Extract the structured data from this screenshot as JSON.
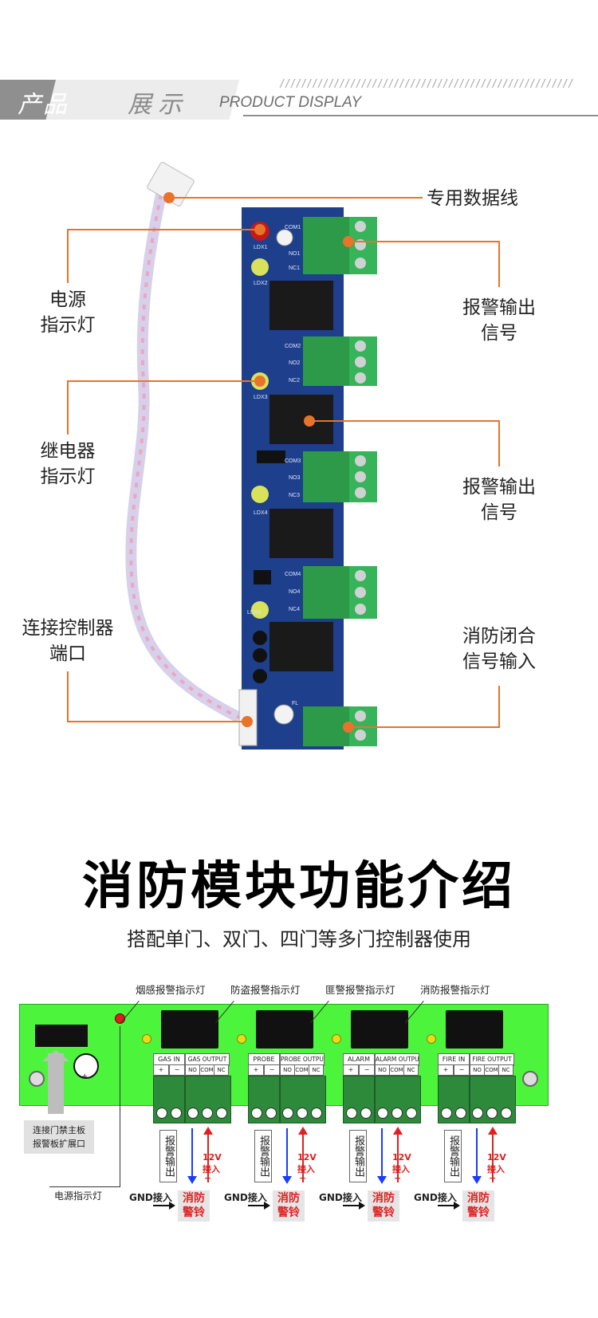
{
  "header": {
    "zh_part1": "产品",
    "zh_part2": "展示",
    "en_title": "PRODUCT DISPLAY",
    "slashes": "//////////////////////////////////////////////////////"
  },
  "photo": {
    "labels": {
      "data_cable": "专用数据线",
      "power_led_l1": "电源",
      "power_led_l2": "指示灯",
      "alarm_out1_l1": "报警输出",
      "alarm_out1_l2": "信号",
      "relay_led_l1": "继电器",
      "relay_led_l2": "指示灯",
      "alarm_out2_l1": "报警输出",
      "alarm_out2_l2": "信号",
      "controller_port_l1": "连接控制器",
      "controller_port_l2": "端口",
      "fire_input_l1": "消防闭合",
      "fire_input_l2": "信号输入"
    },
    "pcb_silk": [
      "LDX1",
      "LDX2",
      "LDX3",
      "LDX4",
      "LDX5",
      "COM1",
      "NO1",
      "NC1",
      "COM2",
      "NO2",
      "NC2",
      "COM3",
      "NO3",
      "NC3",
      "COM4",
      "NO4",
      "NC4",
      "FL"
    ]
  },
  "section": {
    "title": "消防模块功能介绍",
    "subtitle": "搭配单门、双门、四门等多门控制器使用"
  },
  "diagram": {
    "top_labels": [
      "烟感报警指示灯",
      "防盗报警指示灯",
      "匪警报警指示灯",
      "消防报警指示灯"
    ],
    "blocks": [
      {
        "input": "GAS IN",
        "output": "GAS OUTPUT"
      },
      {
        "input": "PROBE IN",
        "output": "PROBE OUTPUT"
      },
      {
        "input": "ALARM IN",
        "output": "ALARM OUTPUT"
      },
      {
        "input": "FIRE IN",
        "output": "FIRE OUTPUT"
      }
    ],
    "in_pins": [
      "+",
      "−"
    ],
    "out_pins": [
      "NO",
      "COM",
      "NC"
    ],
    "alarm_output": "报警输出",
    "v12": "12V",
    "v12_in": "接入",
    "plus": "+",
    "gnd": "GND接入",
    "bell_l1": "消防",
    "bell_l2": "警铃",
    "ext_label_l1": "连接门禁主板",
    "ext_label_l2": "报警板扩展口",
    "power_led_label": "电源指示灯",
    "connector_plus": "+"
  }
}
